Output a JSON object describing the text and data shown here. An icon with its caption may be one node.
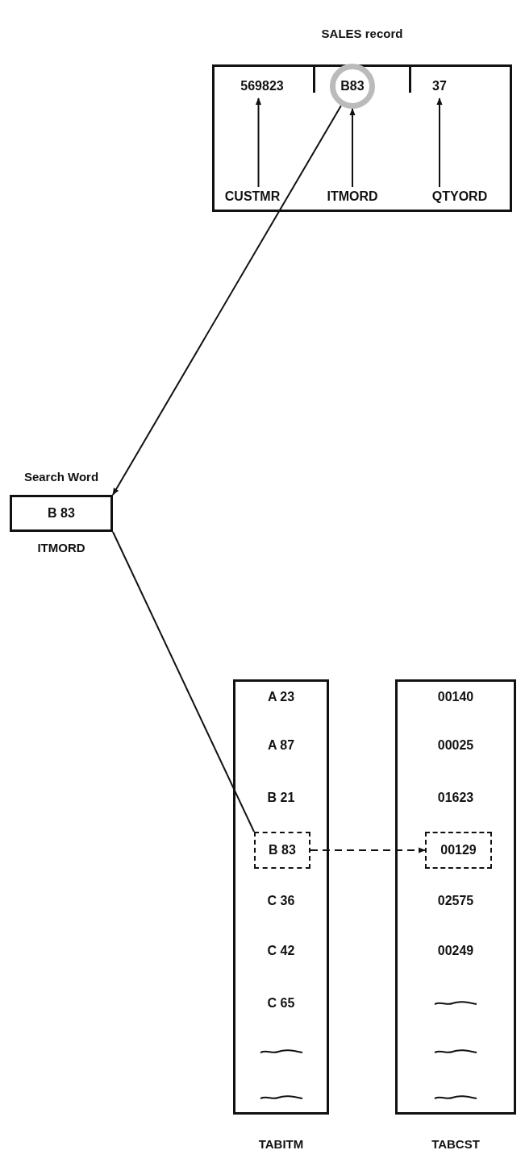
{
  "diagram": {
    "nodes": [
      {
        "text": [
          "SALES record"
        ]
      },
      {
        "text": [
          "569823"
        ],
        "in": 0
      },
      {
        "text": [
          "B83"
        ],
        "in": 0
      },
      {
        "text": [
          "37"
        ],
        "in": 0
      },
      {
        "text": [
          "CUSTMR"
        ],
        "in": 0
      },
      {
        "text": [
          "ITMORD"
        ],
        "in": 0
      },
      {
        "text": [
          "QTYORD"
        ],
        "in": 0
      },
      {
        "text": [
          "Search Word",
          "B 83"
        ],
        "beside": [
          "ITMORD"
        ]
      },
      {
        "text": [
          "A 23",
          "A 87",
          "B 21",
          "C 36",
          "C 42",
          "C 65"
        ],
        "beside": [
          "TABITM"
        ]
      },
      {
        "text": [
          "B 83"
        ],
        "in": 8
      },
      {
        "text": [
          "00140",
          "00025",
          "01623",
          "02575",
          "00249"
        ],
        "beside": [
          "TABCST"
        ]
      },
      {
        "text": [
          "00129"
        ],
        "in": 10
      }
    ],
    "edges": [
      {
        "from": 4,
        "to": 1,
        "arrow": "to"
      },
      {
        "from": 5,
        "to": 2,
        "arrow": "to"
      },
      {
        "from": 6,
        "to": 3,
        "arrow": "to"
      },
      {
        "from": 2,
        "to": 7,
        "arrow": "to"
      },
      {
        "from": 7,
        "to": 9,
        "arrow": "none"
      },
      {
        "from": 9,
        "to": 11,
        "arrow": "to",
        "style": "dashed"
      }
    ]
  }
}
